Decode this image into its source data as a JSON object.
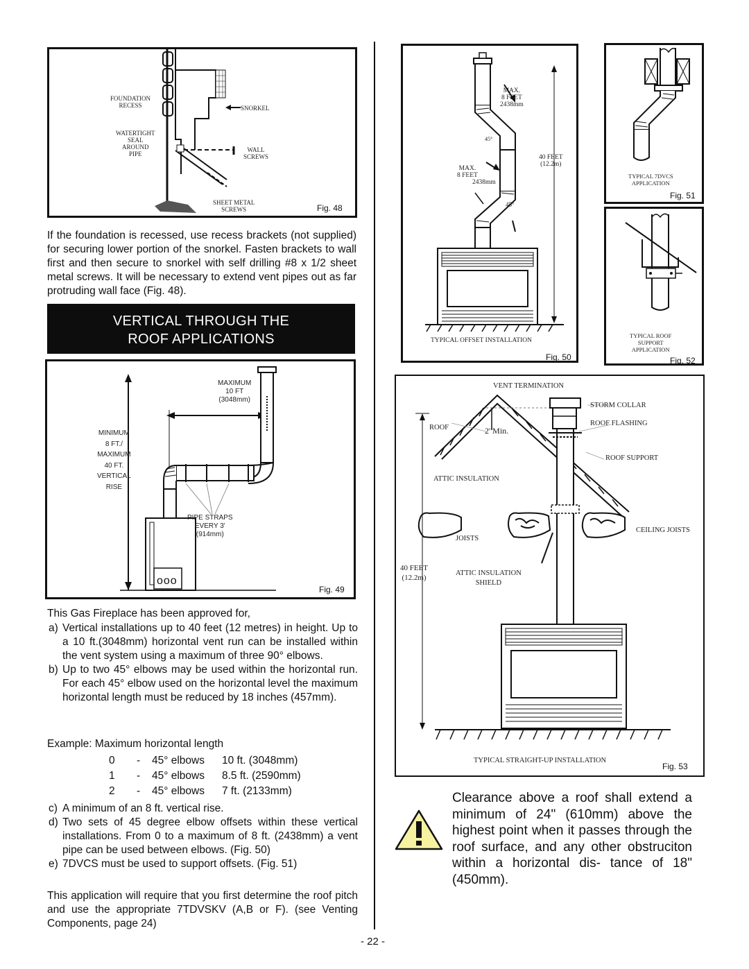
{
  "fig48": {
    "number": "Fig. 48",
    "foundation_recess": [
      "FOUNDATION",
      "RECESS"
    ],
    "snorkel": "SNORKEL",
    "watertight_seal": [
      "WATERTIGHT",
      "SEAL",
      "AROUND",
      "PIPE"
    ],
    "wall_screws": [
      "WALL",
      "SCREWS"
    ],
    "sheet_metal_screws": [
      "SHEET METAL",
      "SCREWS"
    ]
  },
  "intro_paragraph": "If the foundation is recessed, use recess brackets (not supplied) for securing lower portion of the snorkel. Fasten brackets to wall first and then secure to snorkel with self drilling #8 x 1/2 sheet metal screws. It will be necessary to extend vent pipes out as far protruding wall face (Fig. 48).",
  "section_heading": [
    "VERTICAL THROUGH THE",
    "ROOF APPLICATIONS"
  ],
  "fig49": {
    "number": "Fig. 49",
    "maximum": [
      "MAXIMUM",
      "10 FT",
      "(3048mm)"
    ],
    "minimum": [
      "MINIMUM",
      "8 FT./",
      "MAXIMUM",
      "40 FT.",
      "VERTICAL",
      "RISE"
    ],
    "pipe_straps": [
      "PIPE STRAPS",
      "EVERY 3'",
      "(914mm)"
    ],
    "control_label": "ooo"
  },
  "approved_intro": "This Gas Fireplace has been approved for,",
  "list_items": [
    {
      "marker": "a)",
      "text": "Vertical installations up to 40 feet (12 metres) in height. Up to a 10 ft.(3048mm) horizontal vent run can be installed within the vent system using a maximum of three 90° elbows."
    },
    {
      "marker": "b)",
      "text": "Up to two 45° elbows may be used within the horizontal run. For each 45° elbow used on the horizontal level the maximum horizontal length must be reduced by 18 inches (457mm)."
    }
  ],
  "example": {
    "heading": "Example:  Maximum horizontal length",
    "rows": [
      {
        "count": "0",
        "dash": "-",
        "elbows": "45° elbows",
        "length": "10 ft. (3048mm)"
      },
      {
        "count": "1",
        "dash": "-",
        "elbows": "45° elbows",
        "length": "8.5 ft. (2590mm)"
      },
      {
        "count": "2",
        "dash": "-",
        "elbows": "45° elbows",
        "length": "7 ft. (2133mm)"
      }
    ]
  },
  "list_items_2": [
    {
      "marker": "c)",
      "text": "A minimum of an 8 ft. vertical rise."
    },
    {
      "marker": "d)",
      "text": "Two sets of 45 degree elbow offsets within these vertical installations. From 0 to a maximum of 8 ft. (2438mm) a vent pipe can be used between elbows. (Fig. 50)"
    },
    {
      "marker": "e)",
      "text": "7DVCS must be used to support offsets. (Fig. 51)"
    }
  ],
  "closing_paragraph": "This application will require that you first determine the roof pitch and use the appropriate 7TDVSKV (A,B or F). (see Venting Components, page 24)",
  "fig50": {
    "number": "Fig. 50",
    "max_top": [
      "MAX.",
      "8 FEET",
      "2438mm"
    ],
    "angle_top": "45°",
    "max_bottom": [
      "MAX.",
      "8 FEET",
      "2438mm"
    ],
    "angle_bottom": "45°",
    "height": [
      "40 FEET",
      "(12.2m)"
    ],
    "caption": "TYPICAL OFFSET INSTALLATION"
  },
  "fig51": {
    "number": "Fig. 51",
    "caption": [
      "TYPICAL 7DVCS",
      "APPLICATION"
    ]
  },
  "fig52": {
    "number": "Fig. 52",
    "caption": [
      "TYPICAL ROOF",
      "SUPPORT",
      "APPLICATION"
    ]
  },
  "fig53": {
    "number": "Fig. 53",
    "vent_termination": "VENT TERMINATION",
    "storm_collar": "STORM COLLAR",
    "roof_flashing": "ROOF FLASHING",
    "roof": "ROOF",
    "min_clearance": "2' Min.",
    "roof_support": "ROOF SUPPORT",
    "attic_insulation": "ATTIC INSULATION",
    "ceiling_joists": "CEILING JOISTS",
    "joists": "JOISTS",
    "height": [
      "40 FEET",
      "(12.2m)"
    ],
    "attic_shield": [
      "ATTIC INSULATION",
      "SHIELD"
    ],
    "caption": "TYPICAL STRAIGHT-UP INSTALLATION"
  },
  "warning_icon": "exclamation-warning-icon",
  "clearance_note": "Clearance above a roof shall extend a minimum of 24\" (610mm) above the highest point when it passes through the roof surface, and any other obstruciton within a horizontal dis- tance of 18\" (450mm).",
  "page_number": "- 22 -"
}
